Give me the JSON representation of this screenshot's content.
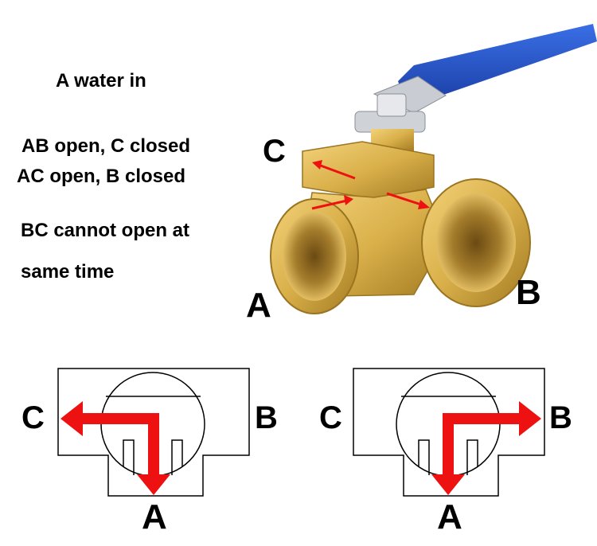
{
  "notes": {
    "water_in": "A water in",
    "ab_open": "AB open, C closed",
    "ac_open": "AC open, B closed",
    "bc_line1": "BC cannot open at",
    "bc_line2": "same time"
  },
  "photo_labels": {
    "a": "A",
    "b": "B",
    "c": "C"
  },
  "left_diagram": {
    "c": "C",
    "b": "B",
    "a": "A"
  },
  "right_diagram": {
    "c": "C",
    "b": "B",
    "a": "A"
  },
  "colors": {
    "brass": "#d9b04a",
    "handle": "#1f4fc9",
    "flow_arrow": "#ee1111",
    "outline": "#000000"
  }
}
